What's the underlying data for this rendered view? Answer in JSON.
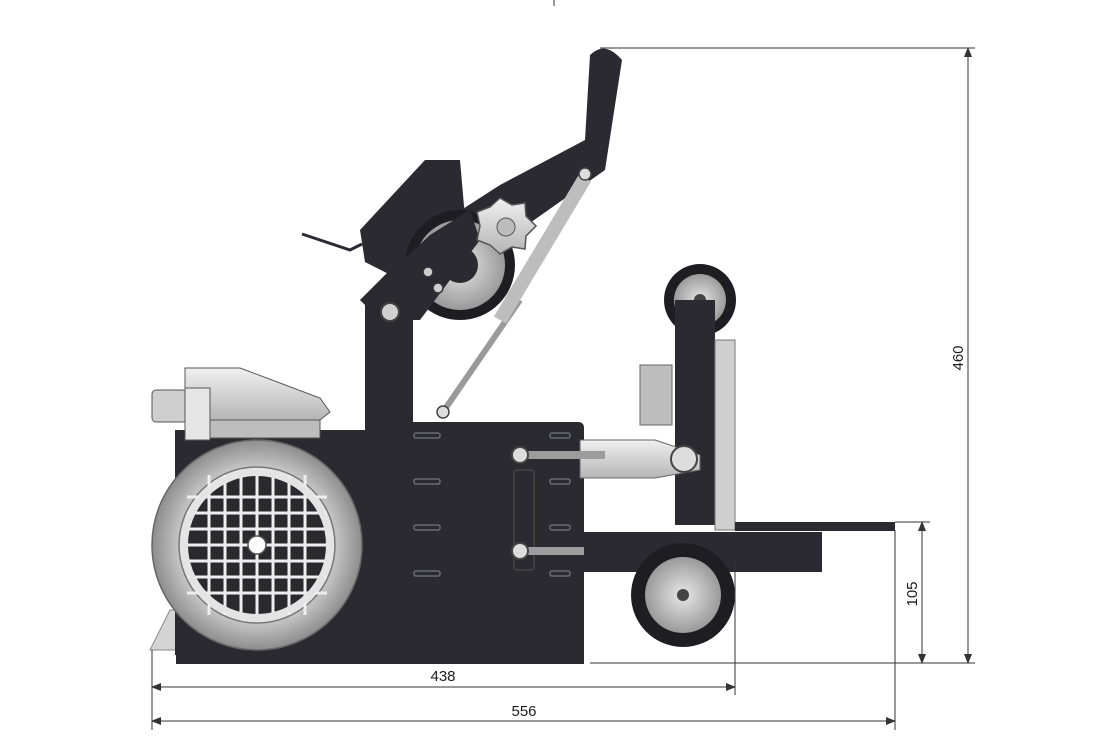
{
  "dimensions": {
    "total_height": "460",
    "table_height": "105",
    "base_length": "438",
    "total_length": "556"
  },
  "colors": {
    "machine_body": "#2b2a31",
    "machine_dark": "#1d1c22",
    "metal_light": "#d9d9d9",
    "metal_mid": "#a9a9a9",
    "dimension_line": "#333333"
  }
}
